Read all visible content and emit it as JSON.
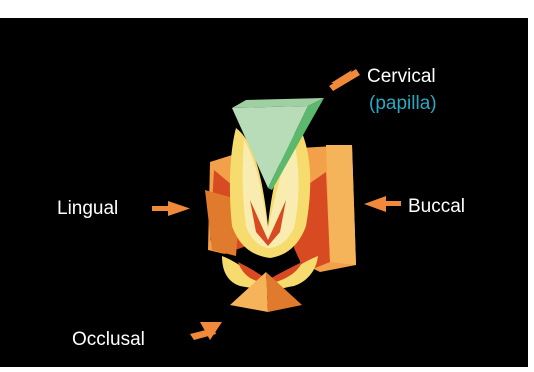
{
  "labels": {
    "cervical": "Cervical",
    "papilla": "(papilla)",
    "lingual": "Lingual",
    "buccal": "Buccal",
    "occlusal": "Occlusal"
  },
  "colors": {
    "background": "#000000",
    "label_text": "#ffffff",
    "papilla_text": "#27a9c3",
    "arrow": "#f08a3a",
    "green_light": "#b8dcb7",
    "green_dark": "#5cb86c",
    "orange": "#f3a04a",
    "orange_dark": "#e07a2c",
    "red": "#d84a22",
    "yellow": "#f6dc6e",
    "cream": "#f9ecb0"
  }
}
